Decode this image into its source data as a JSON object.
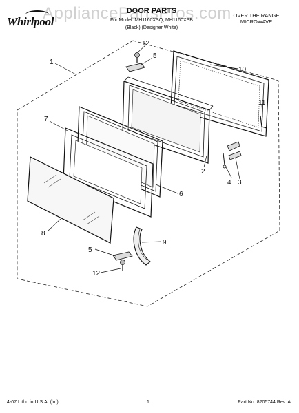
{
  "header": {
    "brand": "Whirlpool",
    "title": "DOOR PARTS",
    "subtitle_line1": "For Model: MH1160XSQ, MH1160XSB",
    "subtitle_line2": "(Black)      (Designer White)",
    "product_line1": "OVER THE RANGE",
    "product_line2": "MICROWAVE",
    "watermark": "AppliancePartsPros.com"
  },
  "callouts": {
    "c1": "1",
    "c2": "2",
    "c3": "3",
    "c4": "4",
    "c5a": "5",
    "c5b": "5",
    "c6": "6",
    "c7": "7",
    "c8": "8",
    "c9": "9",
    "c10": "10",
    "c11": "11",
    "c12a": "12",
    "c12b": "12"
  },
  "footer": {
    "left": "4-07 Litho in U.S.A. (lm)",
    "center": "1",
    "right": "Part No. 8205744 Rev. A"
  }
}
